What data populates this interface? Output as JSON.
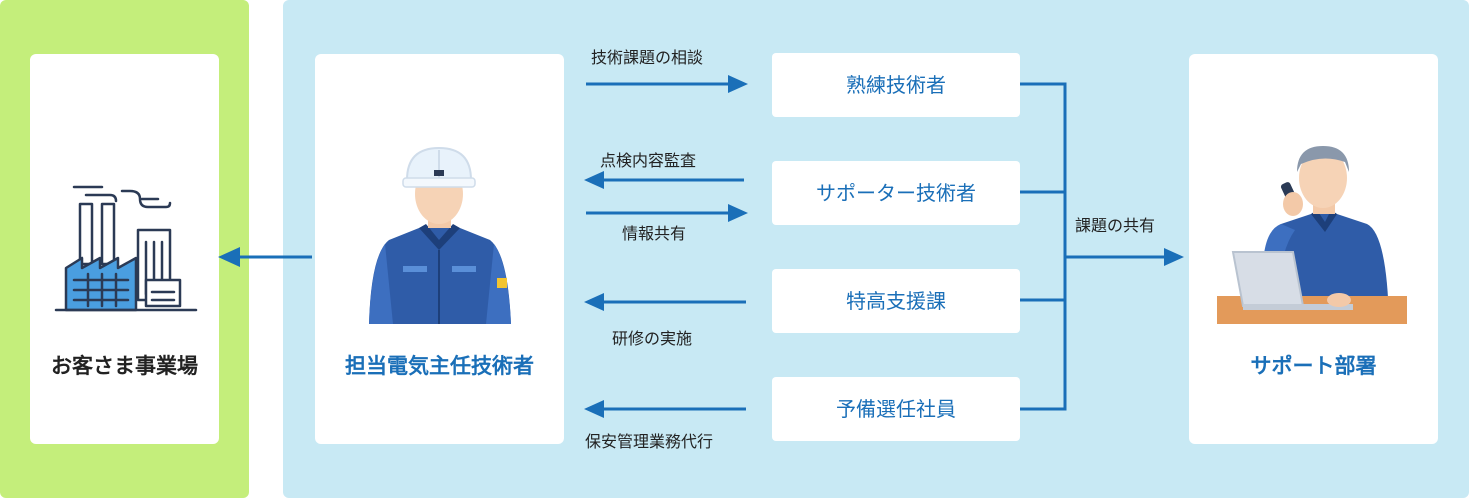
{
  "customer": {
    "title": "お客さま事業場"
  },
  "engineer": {
    "title": "担当電気主任技術者"
  },
  "support": {
    "title": "サポート部署"
  },
  "roles": [
    "熟練技術者",
    "サポーター技術者",
    "特高支援課",
    "予備選任社員"
  ],
  "flows": {
    "consult": "技術課題の相談",
    "audit": "点検内容監査",
    "info": "情報共有",
    "training": "研修の実施",
    "agent": "保安管理業務代行",
    "share": "課題の共有"
  },
  "colors": {
    "accent": "#1a6fb8",
    "green_panel": "#c4ee7b",
    "blue_panel": "#c8e9f4",
    "uniform": "#2f5ca8"
  },
  "icons": [
    "factory-icon",
    "engineer-helmet-icon",
    "support-operator-icon"
  ]
}
